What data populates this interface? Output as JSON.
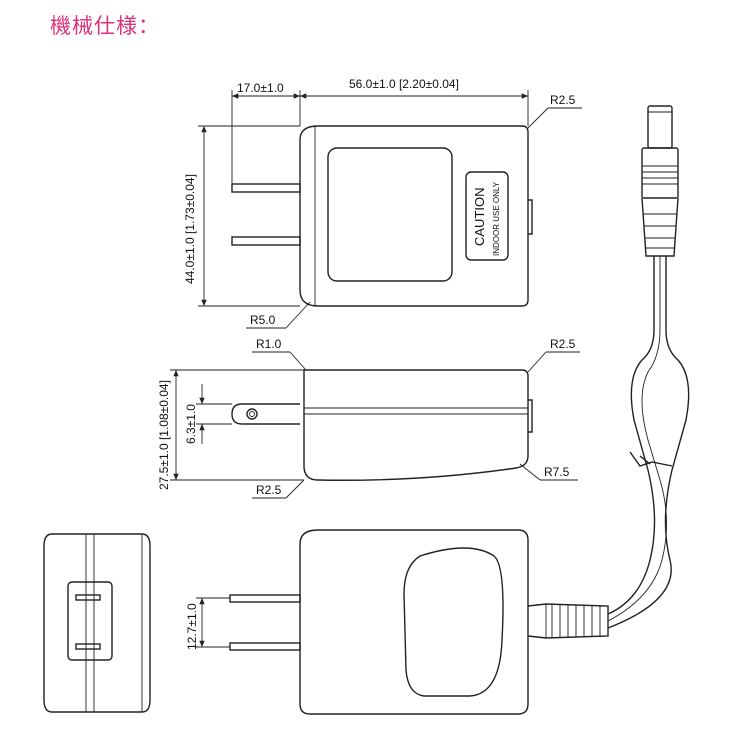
{
  "heading": "機械仕様：",
  "top_view": {
    "dim_prong_length": "17.0±1.0",
    "dim_body_width": "56.0±1.0  [2.20±0.04]",
    "dim_height": "44.0±1.0  [1.73±0.04]",
    "radius_top_right": "R2.5",
    "radius_bottom_left": "R5.0",
    "caution_title": "CAUTION",
    "caution_sub": "INDOOR  USE  ONLY"
  },
  "side_view": {
    "radius_top_left": "R1.0",
    "radius_top_right": "R2.5",
    "radius_bottom_left": "R2.5",
    "radius_bottom_right": "R7.5",
    "dim_depth": "27.5±1.0  [1.08±0.04]",
    "dim_prong_offset": "6.3±1.0"
  },
  "front_view": {
    "dim_prong_spacing": "12.7±1.0"
  }
}
